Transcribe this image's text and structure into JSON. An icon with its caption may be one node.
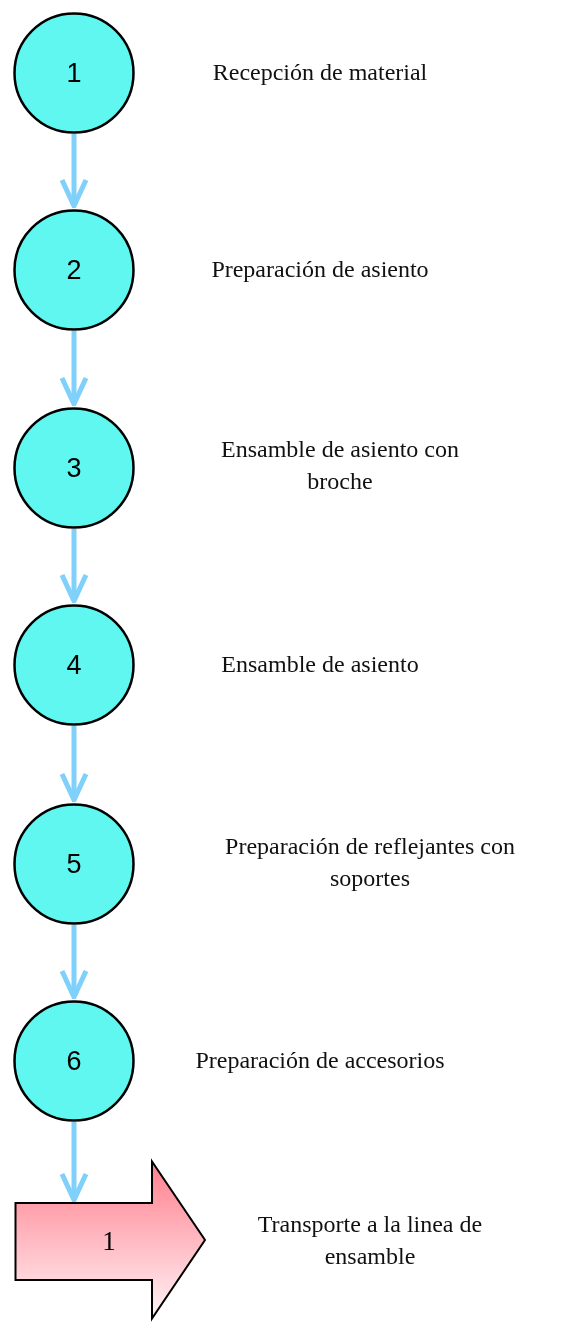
{
  "diagram": {
    "nodes": [
      {
        "text": [
          "1"
        ],
        "beside": [
          "Recepción de material"
        ]
      },
      {
        "text": [
          "2"
        ],
        "beside": [
          "Preparación de asiento"
        ]
      },
      {
        "text": [
          "3"
        ],
        "beside": [
          "Ensamble de asiento con broche"
        ]
      },
      {
        "text": [
          "4"
        ],
        "beside": [
          "Ensamble de asiento"
        ]
      },
      {
        "text": [
          "5"
        ],
        "beside": [
          "Preparación de reflejantes con soportes"
        ]
      },
      {
        "text": [
          "6"
        ],
        "beside": [
          "Preparación de accesorios"
        ]
      },
      {
        "text": [
          "1"
        ],
        "beside": [
          "Transporte a la linea de ensamble"
        ]
      }
    ],
    "edges": [
      {
        "from": 0,
        "to": 1,
        "arrow": "to"
      },
      {
        "from": 1,
        "to": 2,
        "arrow": "to"
      },
      {
        "from": 2,
        "to": 3,
        "arrow": "to"
      },
      {
        "from": 3,
        "to": 4,
        "arrow": "to"
      },
      {
        "from": 4,
        "to": 5,
        "arrow": "to"
      },
      {
        "from": 5,
        "to": 6,
        "arrow": "to"
      }
    ]
  }
}
